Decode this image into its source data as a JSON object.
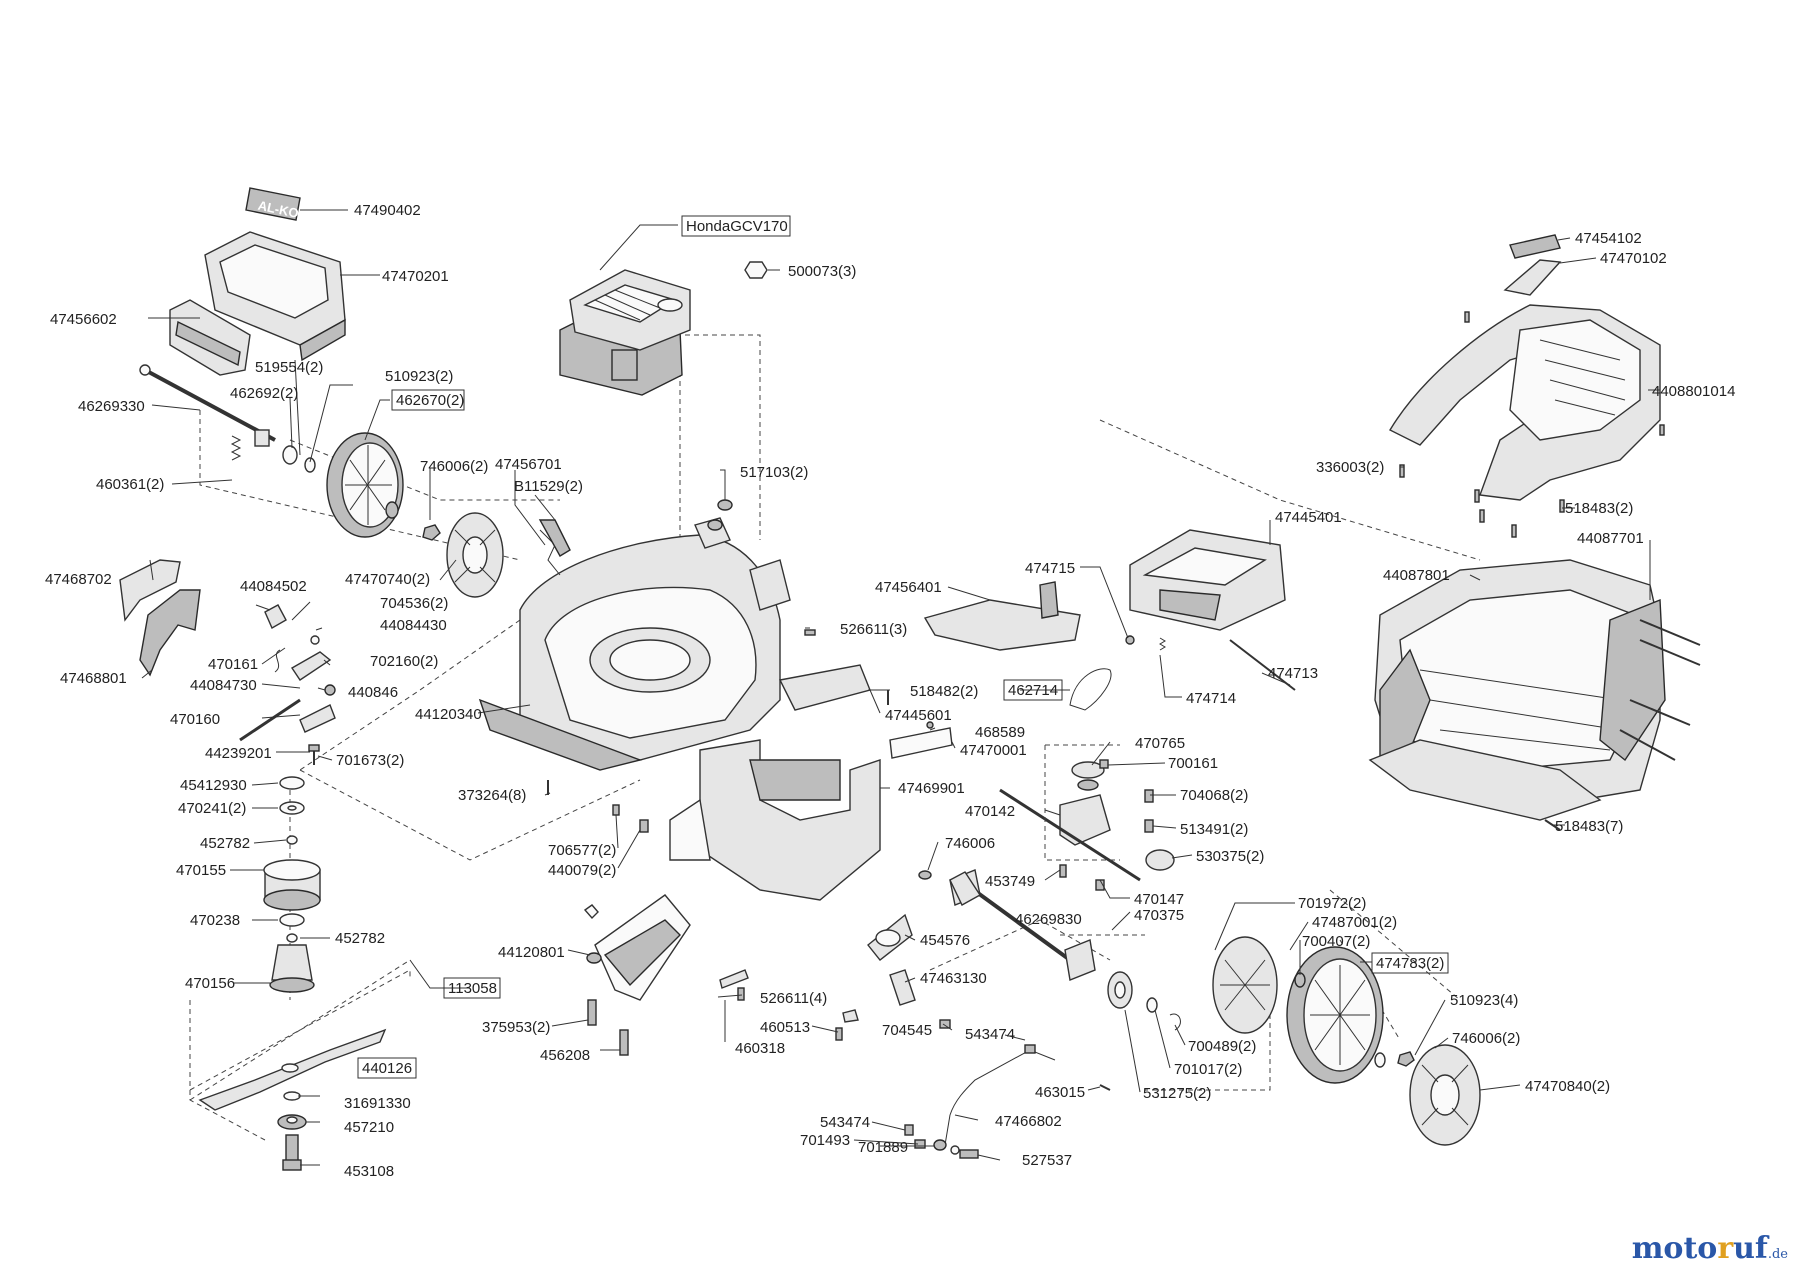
{
  "labels": [
    {
      "id": "47490402",
      "text": "47490402"
    },
    {
      "id": "47470201",
      "text": "47470201"
    },
    {
      "id": "47456602",
      "text": "47456602"
    },
    {
      "id": "519554",
      "text": "519554(2)"
    },
    {
      "id": "510923a",
      "text": "510923(2)"
    },
    {
      "id": "462670",
      "text": "462670(2)"
    },
    {
      "id": "462692",
      "text": "462692(2)"
    },
    {
      "id": "46269330",
      "text": "46269330"
    },
    {
      "id": "460361",
      "text": "460361(2)"
    },
    {
      "id": "746006a",
      "text": "746006(2)"
    },
    {
      "id": "47456701",
      "text": "47456701"
    },
    {
      "id": "B11529",
      "text": "B11529(2)"
    },
    {
      "id": "47470740",
      "text": "47470740(2)"
    },
    {
      "id": "47468702",
      "text": "47468702"
    },
    {
      "id": "47468801",
      "text": "47468801"
    },
    {
      "id": "44084502",
      "text": "44084502"
    },
    {
      "id": "704536",
      "text": "704536(2)"
    },
    {
      "id": "44084430",
      "text": "44084430"
    },
    {
      "id": "470161",
      "text": "470161"
    },
    {
      "id": "702160",
      "text": "702160(2)"
    },
    {
      "id": "44084730",
      "text": "44084730"
    },
    {
      "id": "440846",
      "text": "440846"
    },
    {
      "id": "470160",
      "text": "470160"
    },
    {
      "id": "44239201",
      "text": "44239201"
    },
    {
      "id": "701673",
      "text": "701673(2)"
    },
    {
      "id": "45412930",
      "text": "45412930"
    },
    {
      "id": "470241",
      "text": "470241(2)"
    },
    {
      "id": "452782a",
      "text": "452782"
    },
    {
      "id": "470155",
      "text": "470155"
    },
    {
      "id": "470238",
      "text": "470238"
    },
    {
      "id": "452782b",
      "text": "452782"
    },
    {
      "id": "470156",
      "text": "470156"
    },
    {
      "id": "113058",
      "text": "113058"
    },
    {
      "id": "440126",
      "text": "440126"
    },
    {
      "id": "31691330",
      "text": "31691330"
    },
    {
      "id": "457210",
      "text": "457210"
    },
    {
      "id": "453108",
      "text": "453108"
    },
    {
      "id": "HondaGCV170",
      "text": "HondaGCV170"
    },
    {
      "id": "500073",
      "text": "500073(3)"
    },
    {
      "id": "517103",
      "text": "517103(2)"
    },
    {
      "id": "526611a",
      "text": "526611(3)"
    },
    {
      "id": "44120340",
      "text": "44120340"
    },
    {
      "id": "373264",
      "text": "373264(8)"
    },
    {
      "id": "518482",
      "text": "518482(2)"
    },
    {
      "id": "47445601",
      "text": "47445601"
    },
    {
      "id": "468589",
      "text": "468589"
    },
    {
      "id": "47470001",
      "text": "47470001"
    },
    {
      "id": "47469901",
      "text": "47469901"
    },
    {
      "id": "706577",
      "text": "706577(2)"
    },
    {
      "id": "440079",
      "text": "440079(2)"
    },
    {
      "id": "44120801",
      "text": "44120801"
    },
    {
      "id": "375953",
      "text": "375953(2)"
    },
    {
      "id": "456208",
      "text": "456208"
    },
    {
      "id": "526611b",
      "text": "526611(4)"
    },
    {
      "id": "460513",
      "text": "460513"
    },
    {
      "id": "460318",
      "text": "460318"
    },
    {
      "id": "454576",
      "text": "454576"
    },
    {
      "id": "47463130",
      "text": "47463130"
    },
    {
      "id": "704545",
      "text": "704545"
    },
    {
      "id": "543474a",
      "text": "543474"
    },
    {
      "id": "543474b",
      "text": "543474"
    },
    {
      "id": "701493",
      "text": "701493"
    },
    {
      "id": "701889",
      "text": "701889"
    },
    {
      "id": "47466802",
      "text": "47466802"
    },
    {
      "id": "527537",
      "text": "527537"
    },
    {
      "id": "463015",
      "text": "463015"
    },
    {
      "id": "47456401",
      "text": "47456401"
    },
    {
      "id": "474715",
      "text": "474715"
    },
    {
      "id": "47445401",
      "text": "47445401"
    },
    {
      "id": "474713",
      "text": "474713"
    },
    {
      "id": "474714",
      "text": "474714"
    },
    {
      "id": "462714",
      "text": "462714"
    },
    {
      "id": "470765",
      "text": "470765"
    },
    {
      "id": "700161",
      "text": "700161"
    },
    {
      "id": "704068",
      "text": "704068(2)"
    },
    {
      "id": "470142",
      "text": "470142"
    },
    {
      "id": "513491",
      "text": "513491(2)"
    },
    {
      "id": "746006b",
      "text": "746006"
    },
    {
      "id": "530375",
      "text": "530375(2)"
    },
    {
      "id": "453749",
      "text": "453749"
    },
    {
      "id": "470147",
      "text": "470147"
    },
    {
      "id": "470375",
      "text": "470375"
    },
    {
      "id": "46269830",
      "text": "46269830"
    },
    {
      "id": "701972",
      "text": "701972(2)"
    },
    {
      "id": "47487001",
      "text": "47487001(2)"
    },
    {
      "id": "700407",
      "text": "700407(2)"
    },
    {
      "id": "474783",
      "text": "474783(2)"
    },
    {
      "id": "510923b",
      "text": "510923(4)"
    },
    {
      "id": "746006c",
      "text": "746006(2)"
    },
    {
      "id": "47470840",
      "text": "47470840(2)"
    },
    {
      "id": "700489",
      "text": "700489(2)"
    },
    {
      "id": "701017",
      "text": "701017(2)"
    },
    {
      "id": "531275",
      "text": "531275(2)"
    },
    {
      "id": "47454102",
      "text": "47454102"
    },
    {
      "id": "47470102",
      "text": "47470102"
    },
    {
      "id": "4408801014",
      "text": "4408801014"
    },
    {
      "id": "336003",
      "text": "336003(2)"
    },
    {
      "id": "518483a",
      "text": "518483(2)"
    },
    {
      "id": "44087701",
      "text": "44087701"
    },
    {
      "id": "44087801",
      "text": "44087801"
    },
    {
      "id": "518483b",
      "text": "518483(7)"
    }
  ],
  "logo_text": "AL-KO",
  "brand": {
    "part1": "moto",
    "part2": "r",
    "part3": "uf",
    "tld": ".de"
  },
  "colors": {
    "line": "#333333",
    "fill": "#e6e6e6",
    "brand_blue": "#2a57a8",
    "brand_orange": "#e0a020"
  }
}
